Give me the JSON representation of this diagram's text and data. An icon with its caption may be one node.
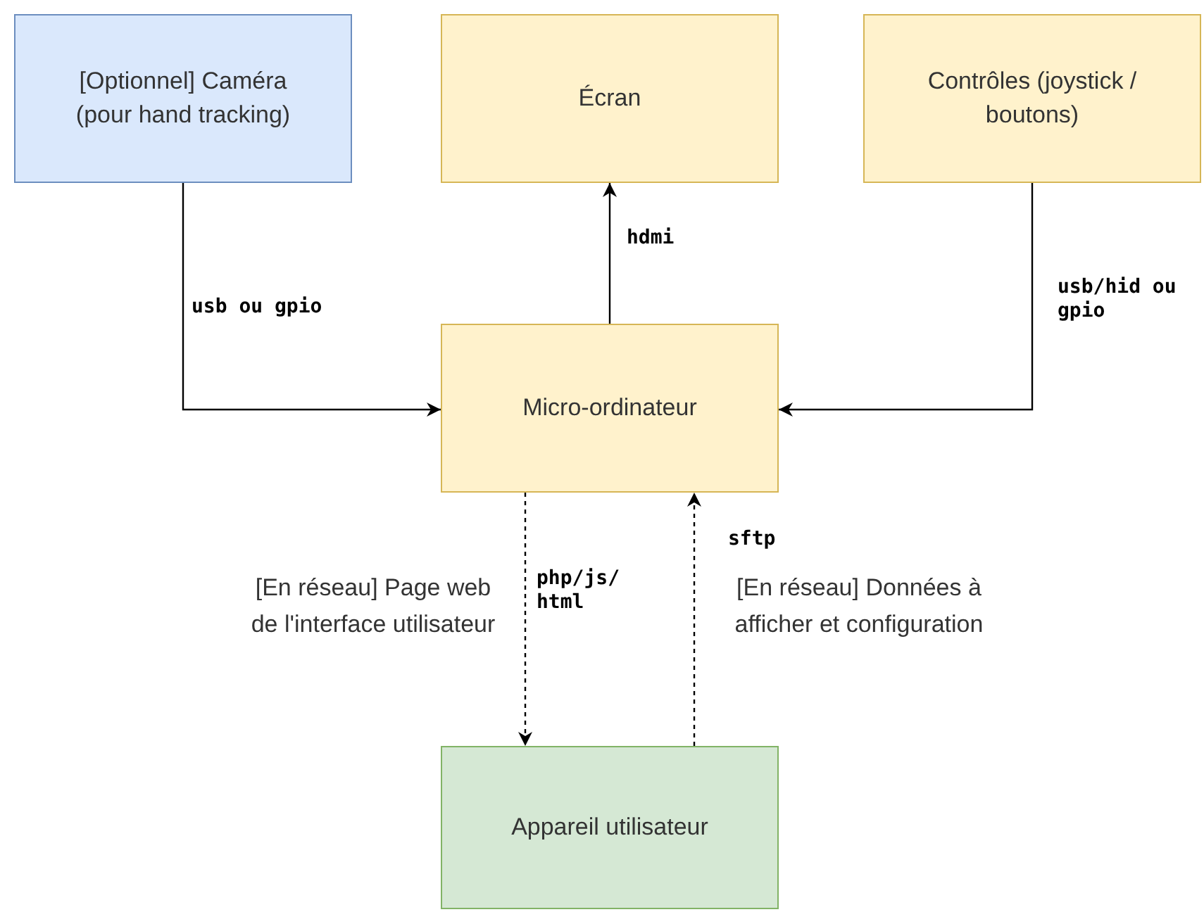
{
  "diagram": {
    "nodes": [
      {
        "text": [
          "[Optionnel] Caméra (pour hand tracking)"
        ]
      },
      {
        "text": [
          "Écran"
        ]
      },
      {
        "text": [
          "Contrôles (joystick / boutons)"
        ]
      },
      {
        "text": [
          "Micro-ordinateur"
        ]
      },
      {
        "text": [
          "Appareil utilisateur"
        ]
      }
    ],
    "edges": [
      {
        "from": 0,
        "to": 3,
        "arrow": "to",
        "label": "usb ou gpio"
      },
      {
        "from": 3,
        "to": 1,
        "arrow": "to",
        "label": "hdmi"
      },
      {
        "from": 2,
        "to": 3,
        "arrow": "to",
        "label": "usb/hid ou gpio"
      },
      {
        "from": 3,
        "to": 4,
        "arrow": "to",
        "label": "php/js/ html",
        "style": "dashed"
      },
      {
        "from": 4,
        "to": 3,
        "arrow": "to",
        "label": "sftp",
        "style": "dashed"
      }
    ],
    "labels": [
      "[En réseau] Page web de l'interface utilisateur",
      "[En réseau] Données à afficher et configuration"
    ]
  }
}
